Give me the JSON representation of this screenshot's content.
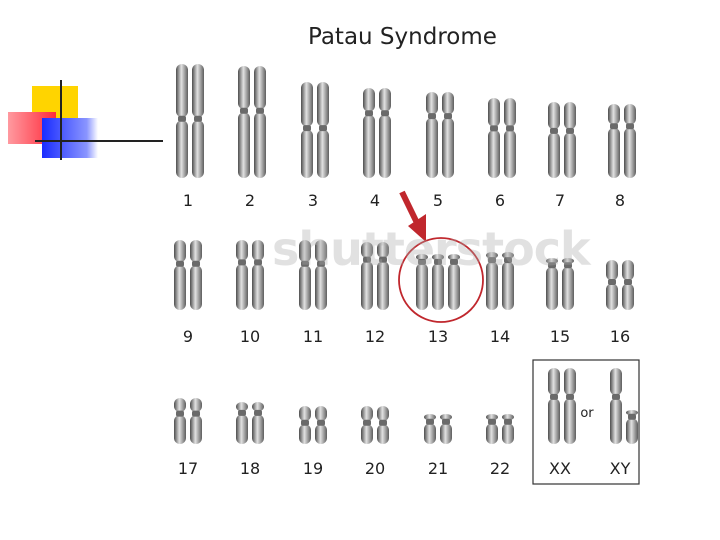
{
  "title": "Patau Syndrome",
  "watermark": "shutterstock",
  "sex_box": {
    "connector": "or"
  },
  "rows": [
    {
      "chromosomes": [
        {
          "label": "1",
          "count": 2
        },
        {
          "label": "2",
          "count": 2
        },
        {
          "label": "3",
          "count": 2
        },
        {
          "label": "4",
          "count": 2
        },
        {
          "label": "5",
          "count": 2
        },
        {
          "label": "6",
          "count": 2
        },
        {
          "label": "7",
          "count": 2
        },
        {
          "label": "8",
          "count": 2
        }
      ]
    },
    {
      "chromosomes": [
        {
          "label": "9",
          "count": 2
        },
        {
          "label": "10",
          "count": 2
        },
        {
          "label": "11",
          "count": 2
        },
        {
          "label": "12",
          "count": 2
        },
        {
          "label": "13",
          "count": 3,
          "highlighted": true
        },
        {
          "label": "14",
          "count": 2
        },
        {
          "label": "15",
          "count": 2
        },
        {
          "label": "16",
          "count": 2
        }
      ]
    },
    {
      "chromosomes": [
        {
          "label": "17",
          "count": 2
        },
        {
          "label": "18",
          "count": 2
        },
        {
          "label": "19",
          "count": 2
        },
        {
          "label": "20",
          "count": 2
        },
        {
          "label": "21",
          "count": 2
        },
        {
          "label": "22",
          "count": 2
        },
        {
          "label": "XX",
          "count": 2
        },
        {
          "label": "XY",
          "count": 2
        }
      ]
    }
  ],
  "colors": {
    "highlight": "#c0272d",
    "chromosome_light": "#d8d8d8",
    "chromosome_dark": "#5a5a5a"
  }
}
